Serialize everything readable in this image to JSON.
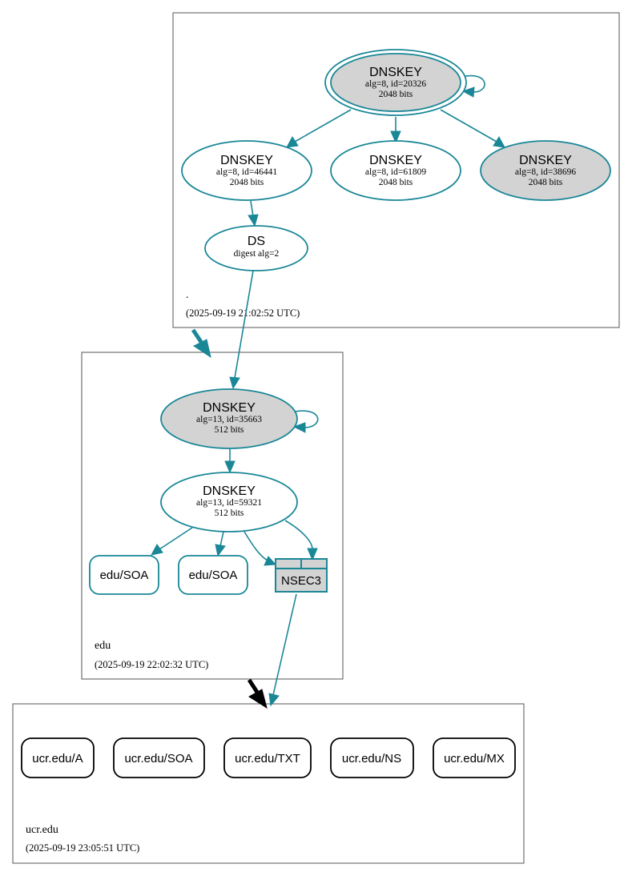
{
  "zones": {
    "root": {
      "name": ".",
      "timestamp": "(2025-09-19 21:02:52 UTC)"
    },
    "edu": {
      "name": "edu",
      "timestamp": "(2025-09-19 22:02:32 UTC)"
    },
    "ucr": {
      "name": "ucr.edu",
      "timestamp": "(2025-09-19 23:05:51 UTC)"
    }
  },
  "nodes": {
    "root_ksk": {
      "title": "DNSKEY",
      "line1": "alg=8, id=20326",
      "line2": "2048 bits"
    },
    "root_zsk1": {
      "title": "DNSKEY",
      "line1": "alg=8, id=46441",
      "line2": "2048 bits"
    },
    "root_zsk2": {
      "title": "DNSKEY",
      "line1": "alg=8, id=61809",
      "line2": "2048 bits"
    },
    "root_zsk3": {
      "title": "DNSKEY",
      "line1": "alg=8, id=38696",
      "line2": "2048 bits"
    },
    "edu_ds": {
      "title": "DS",
      "line1": "digest alg=2"
    },
    "edu_ksk": {
      "title": "DNSKEY",
      "line1": "alg=13, id=35663",
      "line2": "512 bits"
    },
    "edu_zsk": {
      "title": "DNSKEY",
      "line1": "alg=13, id=59321",
      "line2": "512 bits"
    },
    "edu_soa1": {
      "label": "edu/SOA"
    },
    "edu_soa2": {
      "label": "edu/SOA"
    },
    "edu_nsec3": {
      "label": "NSEC3"
    },
    "ucr_a": {
      "label": "ucr.edu/A"
    },
    "ucr_soa": {
      "label": "ucr.edu/SOA"
    },
    "ucr_txt": {
      "label": "ucr.edu/TXT"
    },
    "ucr_ns": {
      "label": "ucr.edu/NS"
    },
    "ucr_mx": {
      "label": "ucr.edu/MX"
    }
  },
  "colors": {
    "edge": "#1a8797",
    "node_fill_gray": "#d3d3d3",
    "delegation_insecure": "#000000"
  }
}
